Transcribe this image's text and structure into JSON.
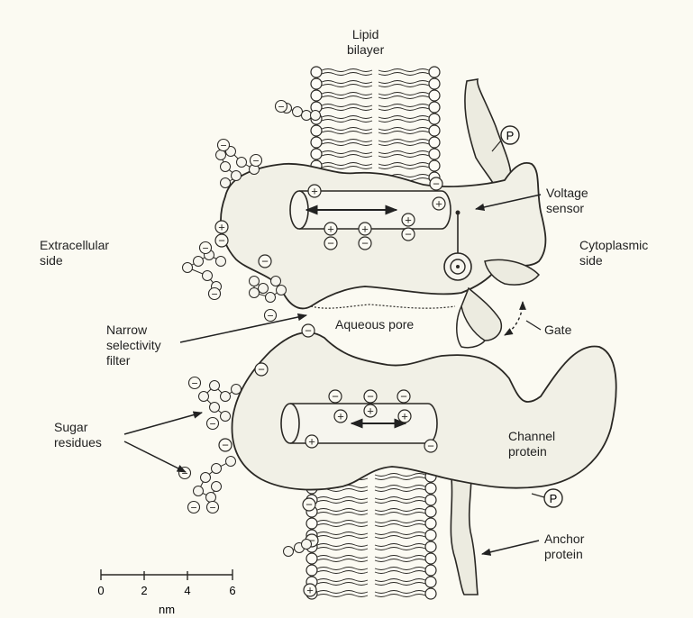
{
  "diagram": {
    "labels": {
      "lipid_bilayer": "Lipid\nbilayer",
      "voltage_sensor": "Voltage\nsensor",
      "extracellular_side": "Extracellular\nside",
      "cytoplasmic_side": "Cytoplasmic\nside",
      "narrow_selectivity_filter": "Narrow\nselectivity\nfilter",
      "aqueous_pore": "Aqueous pore",
      "gate": "Gate",
      "sugar_residues": "Sugar\nresidues",
      "channel_protein": "Channel\nprotein",
      "anchor_protein": "Anchor\nprotein"
    },
    "symbols": {
      "phosphate": "P",
      "plus": "+",
      "minus": "−"
    },
    "scale_bar": {
      "ticks": [
        "0",
        "2",
        "4",
        "6"
      ],
      "unit": "nm"
    },
    "colors": {
      "protein_fill": "#f1f0e6",
      "outline": "#2a2824",
      "background": "#fbfaf2",
      "arrow": "#222222"
    }
  }
}
